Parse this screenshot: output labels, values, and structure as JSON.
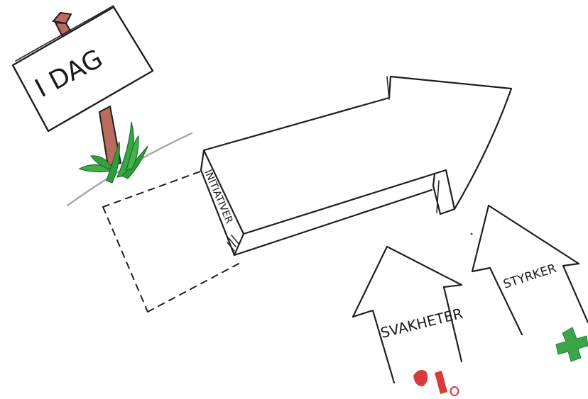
{
  "signpost": {
    "label": "I DAG"
  },
  "arrow": {
    "label": "INITIATIVER"
  },
  "weakness_arrow": {
    "label": "SVAKHETER"
  },
  "strength_arrow": {
    "label": "STYRKER"
  },
  "colors": {
    "ink": "#1f1f1f",
    "post": "#b86b5e",
    "grass": "#2e9e3a",
    "minus_marks": "#d93a3a",
    "plus_mark": "#3aa64a"
  },
  "icons": [
    "signpost-icon",
    "grass-icon",
    "minus-symbol-icon",
    "plus-symbol-icon"
  ]
}
